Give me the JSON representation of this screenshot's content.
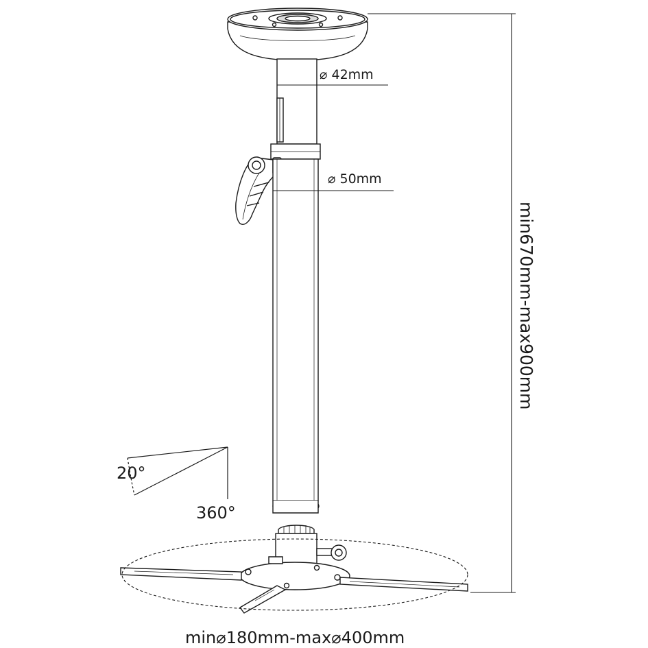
{
  "dimensions": {
    "inner_tube_diameter": "⌀ 42mm",
    "outer_tube_diameter": "⌀ 50mm",
    "height_range": "min670mm-max900mm",
    "tilt_angle": "20°",
    "rotation_angle": "360°",
    "arm_span": "min⌀180mm-max⌀400mm"
  },
  "colors": {
    "line": "#1a1a1a",
    "fill": "#ffffff",
    "shade": "#dcdcdc"
  }
}
